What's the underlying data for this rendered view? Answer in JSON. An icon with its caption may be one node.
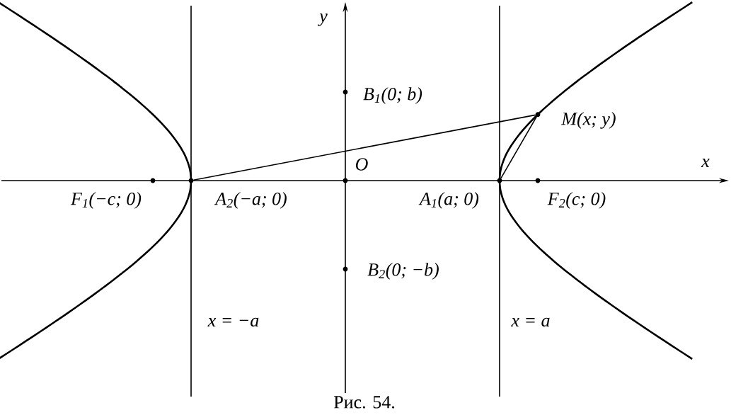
{
  "diagram": {
    "caption": "Рис. 54.",
    "nodes": [
      {
        "text": [],
        "shape": "circle",
        "beside": [
          "F$_{1}$(−c; 0)"
        ]
      },
      {
        "text": [],
        "shape": "circle",
        "beside": [
          "A$_{2}$(−a; 0)"
        ]
      },
      {
        "text": [],
        "shape": "circle",
        "beside": [
          "O"
        ]
      },
      {
        "text": [],
        "shape": "circle",
        "beside": [
          "A$_{1}$(a; 0)"
        ]
      },
      {
        "text": [],
        "shape": "circle",
        "beside": [
          "F$_{2}$(c; 0)"
        ]
      },
      {
        "text": [],
        "shape": "circle",
        "beside": [
          "B$_{1}$(0; b)"
        ]
      },
      {
        "text": [],
        "shape": "circle",
        "beside": [
          "B$_{2}$(0; −b)"
        ]
      },
      {
        "text": [],
        "shape": "circle",
        "beside": [
          "M(x; y)"
        ]
      }
    ],
    "edges": [
      {
        "from": 1,
        "to": 7,
        "arrow": "none"
      },
      {
        "from": 3,
        "to": 7,
        "arrow": "none"
      }
    ],
    "labels": [
      "y",
      "x",
      "x = −a",
      "x = a"
    ]
  }
}
